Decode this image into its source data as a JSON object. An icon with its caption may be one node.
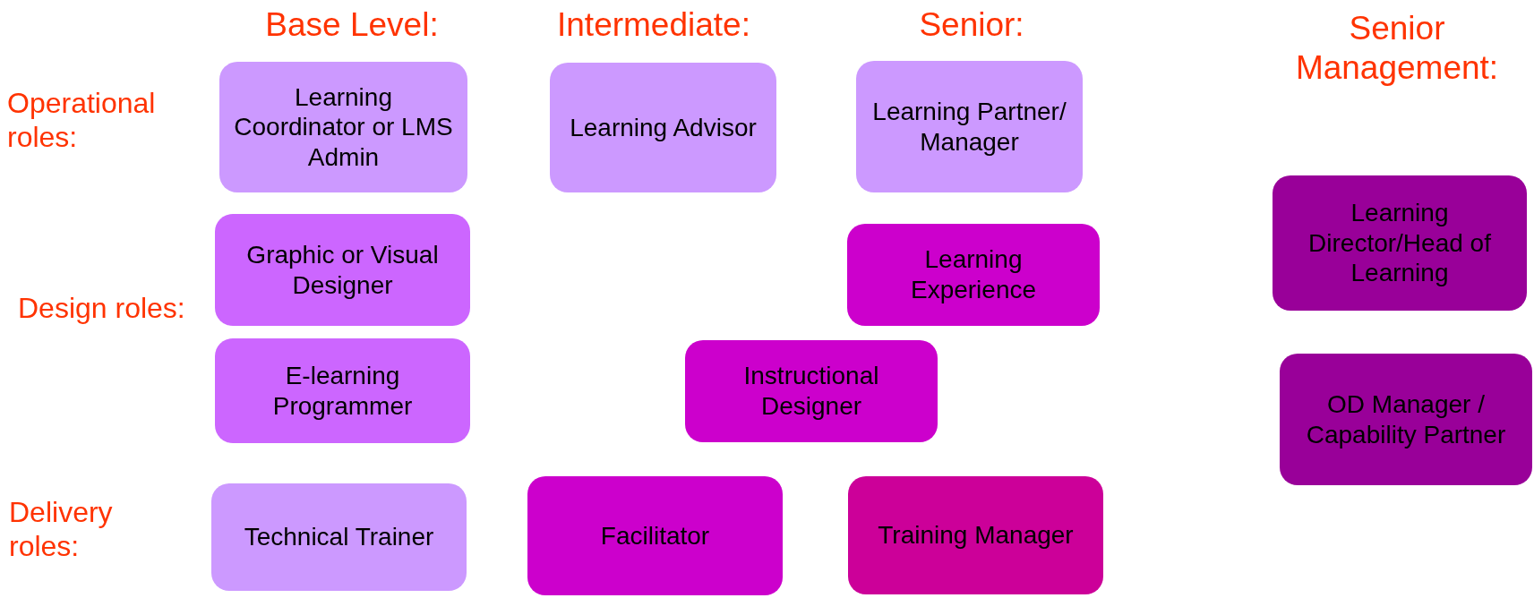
{
  "diagram": {
    "nodes": [
      {
        "text": [
          "Learning Coordinator or LMS Admin"
        ]
      },
      {
        "text": [
          "Learning Advisor"
        ]
      },
      {
        "text": [
          "Learning Partner/ Manager"
        ]
      },
      {
        "text": [
          "Learning Director/Head of Learning"
        ]
      },
      {
        "text": [
          "Graphic or Visual Designer"
        ]
      },
      {
        "text": [
          "Learning Experience"
        ]
      },
      {
        "text": [
          "E-learning Programmer"
        ]
      },
      {
        "text": [
          "Instructional Designer"
        ]
      },
      {
        "text": [
          "OD Manager / Capability Partner"
        ]
      },
      {
        "text": [
          "Technical Trainer"
        ]
      },
      {
        "text": [
          "Facilitator"
        ]
      },
      {
        "text": [
          "Training Manager"
        ]
      }
    ],
    "labels": [
      "Base Level:",
      "Intermediate:",
      "Senior:",
      "Senior Management:",
      "Operational roles:",
      "Design roles:",
      "Delivery roles:"
    ]
  }
}
